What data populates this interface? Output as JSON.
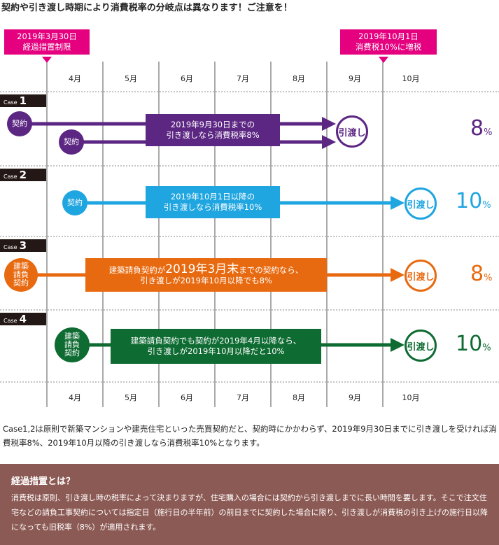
{
  "heading": "契約や引き渡し時期により消費税率の分岐点は異なります！ご注意を！",
  "markers": {
    "left": {
      "line1": "2019年3月30日",
      "line2": "経過措置制限"
    },
    "right": {
      "line1": "2019年10月1日",
      "line2": "消費税10%に増税"
    }
  },
  "months": [
    "4月",
    "5月",
    "6月",
    "7月",
    "8月",
    "9月",
    "10月"
  ],
  "colors": {
    "case1": "#5c2683",
    "case2": "#1fa5e0",
    "case3": "#e86a10",
    "case4": "#0e6b32",
    "marker": "#e4007f"
  },
  "cases": [
    {
      "word": "Case",
      "num": "1",
      "start_label": "契約",
      "start_label2": "契約",
      "box_line1": "2019年9月30日までの",
      "box_line2": "引き渡しなら消費税率8%",
      "end_label": "引渡し",
      "rate_num": "8",
      "rate_unit": "%"
    },
    {
      "word": "Case",
      "num": "2",
      "start_label": "契約",
      "box_line1": "2019年10月1日以降の",
      "box_line2": "引き渡しなら消費税率10%",
      "end_label": "引渡し",
      "rate_num": "10",
      "rate_unit": "%"
    },
    {
      "word": "Case",
      "num": "3",
      "start_label": "建築請負契約",
      "box_line1_a": "建築請負契約が",
      "box_line1_big": "2019年3月末",
      "box_line1_b": "までの契約なら、",
      "box_line2": "引き渡しが2019年10月以降でも8%",
      "end_label": "引渡し",
      "rate_num": "8",
      "rate_unit": "%"
    },
    {
      "word": "Case",
      "num": "4",
      "start_label": "建築請負契約",
      "box_line1": "建築請負契約でも契約が2019年4月以降なら、",
      "box_line2": "引き渡しが2019年10月以降だと10%",
      "end_label": "引渡し",
      "rate_num": "10",
      "rate_unit": "%"
    }
  ],
  "paragraph": "Case1,2は原則で新築マンションや建売住宅といった売買契約だと、契約時にかかわらず、2019年9月30日までに引き渡しを受ければ消費税率8%、2019年10月以降の引き渡しなら消費税率10%となります。",
  "note": {
    "title": "経過措置とは？",
    "body": "消費税は原則、引き渡し時の税率によって決まりますが、住宅購入の場合には契約から引き渡しまでに長い時間を要します。そこで注文住宅などの請負工事契約については指定日（施行日の半年前）の前日までに契約した場合に限り、引き渡しが消費税の引き上げの施行日以降になっても旧税率（8%）が適用されます。"
  }
}
